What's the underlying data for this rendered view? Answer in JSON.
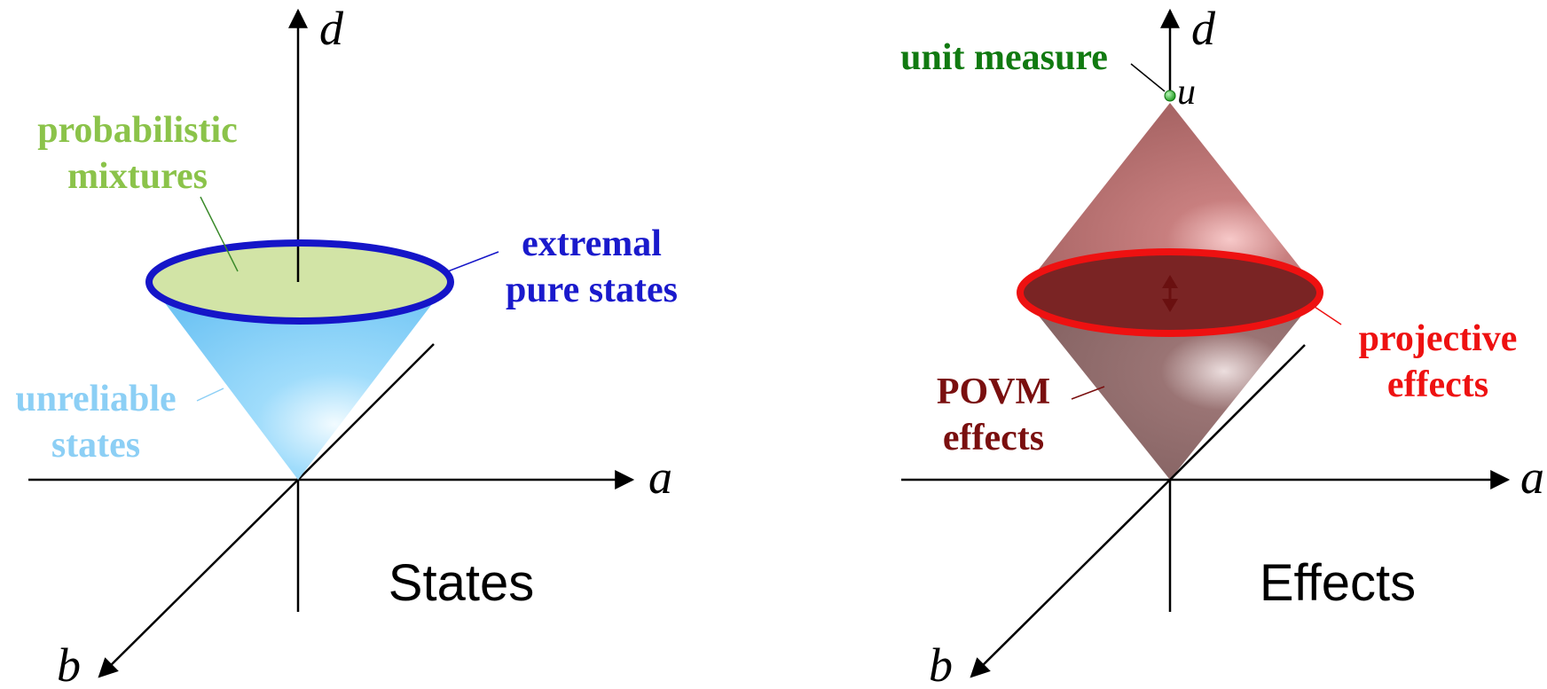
{
  "states_panel": {
    "title": "States",
    "axis_d": "d",
    "axis_a": "a",
    "axis_b": "b",
    "label_mixtures_line1": "probabilistic",
    "label_mixtures_line2": "mixtures",
    "label_extremal_line1": "extremal",
    "label_extremal_line2": "pure states",
    "label_unreliable_line1": "unreliable",
    "label_unreliable_line2": "states"
  },
  "effects_panel": {
    "title": "Effects",
    "axis_d": "d",
    "axis_a": "a",
    "axis_b": "b",
    "label_unit_measure": "unit measure",
    "label_u": "u",
    "label_projective_line1": "projective",
    "label_projective_line2": "effects",
    "label_povm_line1": "POVM",
    "label_povm_line2": "effects"
  },
  "colors": {
    "mixtures": "#8bc34a",
    "extremal": "#1a1acc",
    "unreliable": "#8ccff5",
    "unit_measure": "#117a11",
    "projective": "#ee1111",
    "povm": "#7a0f0f"
  }
}
